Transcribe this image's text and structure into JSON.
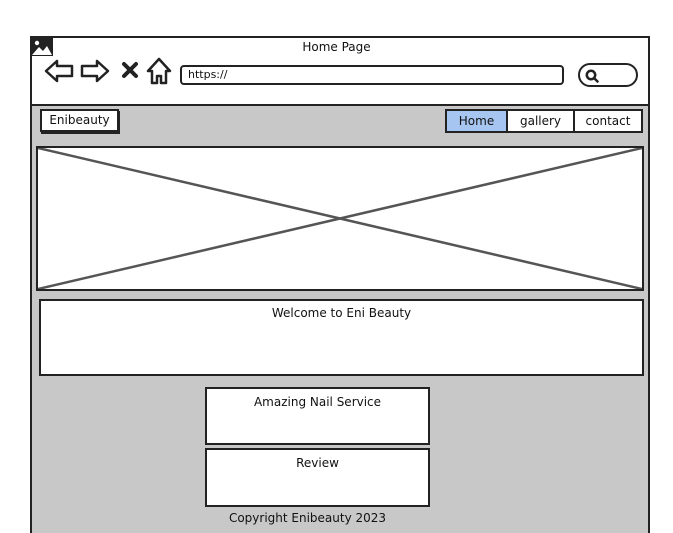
{
  "browser": {
    "title": "Home Page",
    "url": "https://",
    "icons": [
      "image-icon",
      "back-arrow-icon",
      "forward-arrow-icon",
      "close-icon",
      "home-icon",
      "search-icon"
    ]
  },
  "site": {
    "logo": "Enibeauty",
    "nav": [
      {
        "label": "Home",
        "active": true
      },
      {
        "label": "gallery",
        "active": false
      },
      {
        "label": "contact",
        "active": false
      }
    ],
    "welcome": "Welcome to Eni Beauty",
    "cards": [
      {
        "label": "Amazing Nail Service"
      },
      {
        "label": "Review"
      }
    ],
    "footer": "Copyright Enibeauty 2023"
  },
  "colors": {
    "content_bg": "#c8c8c8",
    "nav_active": "#a7c5f1",
    "outline": "#222222"
  }
}
